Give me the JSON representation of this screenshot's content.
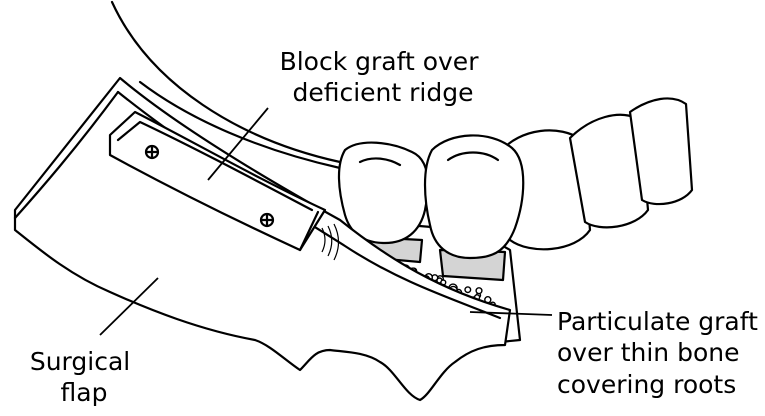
{
  "labels": {
    "block_graft": [
      "Block graft over",
      "deficient ridge"
    ],
    "particulate_graft": [
      "Particulate graft",
      "over thin bone",
      "covering roots"
    ],
    "surgical_flap": [
      "Surgical",
      "flap"
    ]
  },
  "colors": {
    "outline": "#000000",
    "background": "#ffffff",
    "graft_collar": "#d4d4d4"
  }
}
